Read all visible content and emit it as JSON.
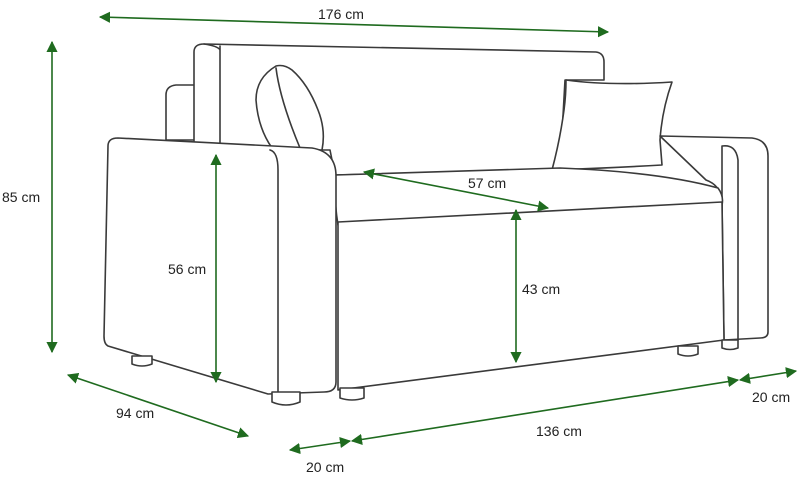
{
  "colors": {
    "dimension_line": "#1f6b1f",
    "outline": "#3a3a3a",
    "background": "#ffffff"
  },
  "dimensions": {
    "total_width": "176 cm",
    "total_height": "85 cm",
    "armrest_height": "56 cm",
    "seat_depth": "57 cm",
    "seat_height": "43 cm",
    "total_depth": "94 cm",
    "seat_width": "136 cm",
    "armrest_width_left": "20 cm",
    "armrest_width_right": "20 cm"
  }
}
